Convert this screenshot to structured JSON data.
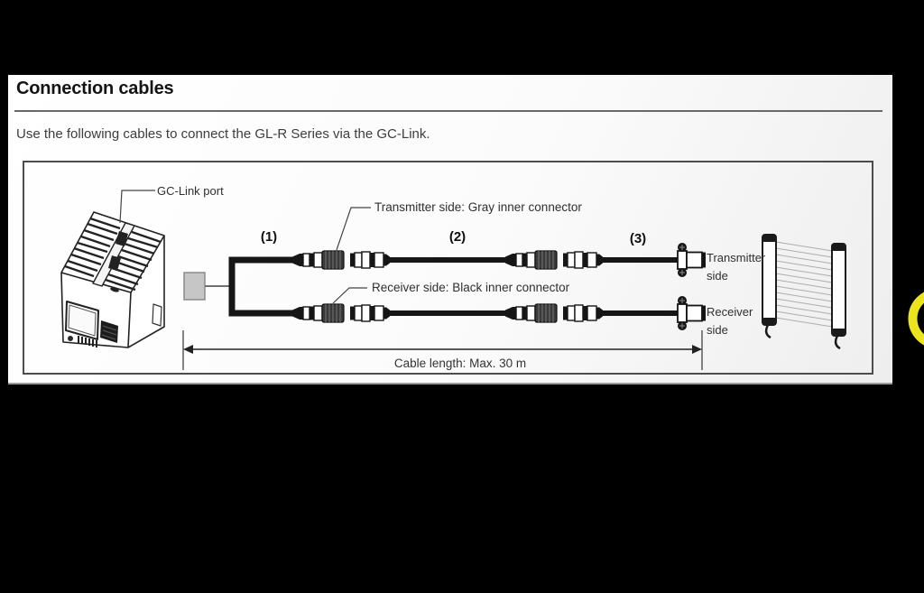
{
  "page": {
    "title": "Connection cables",
    "intro": "Use the following cables to connect the GL-R Series via the GC-Link."
  },
  "diagram": {
    "gc_link_port_label": "GC-Link port",
    "transmitter_connector_label": "Transmitter side: Gray inner connector",
    "receiver_connector_label": "Receiver side: Black inner connector",
    "segment_labels": [
      "(1)",
      "(2)",
      "(3)"
    ],
    "transmitter_side_label": "Transmitter side",
    "receiver_side_label": "Receiver side",
    "cable_length_label": "Cable length: Max. 30 m"
  },
  "annotation": {
    "highlight_ring_color": "#ece51e"
  }
}
